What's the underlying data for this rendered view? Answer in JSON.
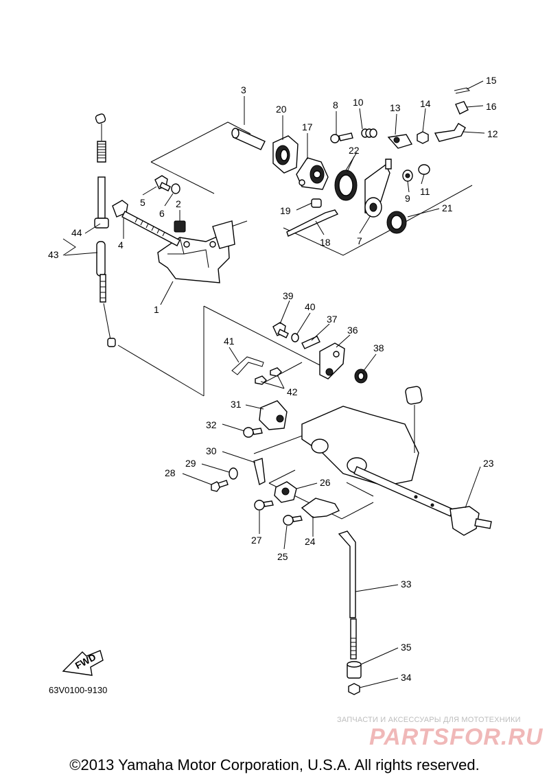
{
  "diagram": {
    "part_numbers": [
      "1",
      "2",
      "3",
      "4",
      "5",
      "6",
      "7",
      "8",
      "9",
      "10",
      "11",
      "12",
      "13",
      "14",
      "15",
      "16",
      "17",
      "18",
      "19",
      "20",
      "21",
      "22",
      "23",
      "24",
      "25",
      "26",
      "27",
      "28",
      "29",
      "30",
      "31",
      "32",
      "33",
      "34",
      "35",
      "36",
      "37",
      "38",
      "39",
      "40",
      "41",
      "42",
      "43",
      "44"
    ],
    "direction_arrow_label": "FWD",
    "drawing_code": "63V0100-9130",
    "copyright": "©2013 Yamaha Motor Corporation, U.S.A. All rights reserved.",
    "watermark_small": "ЗАПЧАСТИ И АКСЕССУАРЫ ДЛЯ МОТОТЕХНИКИ",
    "watermark_big": "PARTSFOR.RU"
  }
}
